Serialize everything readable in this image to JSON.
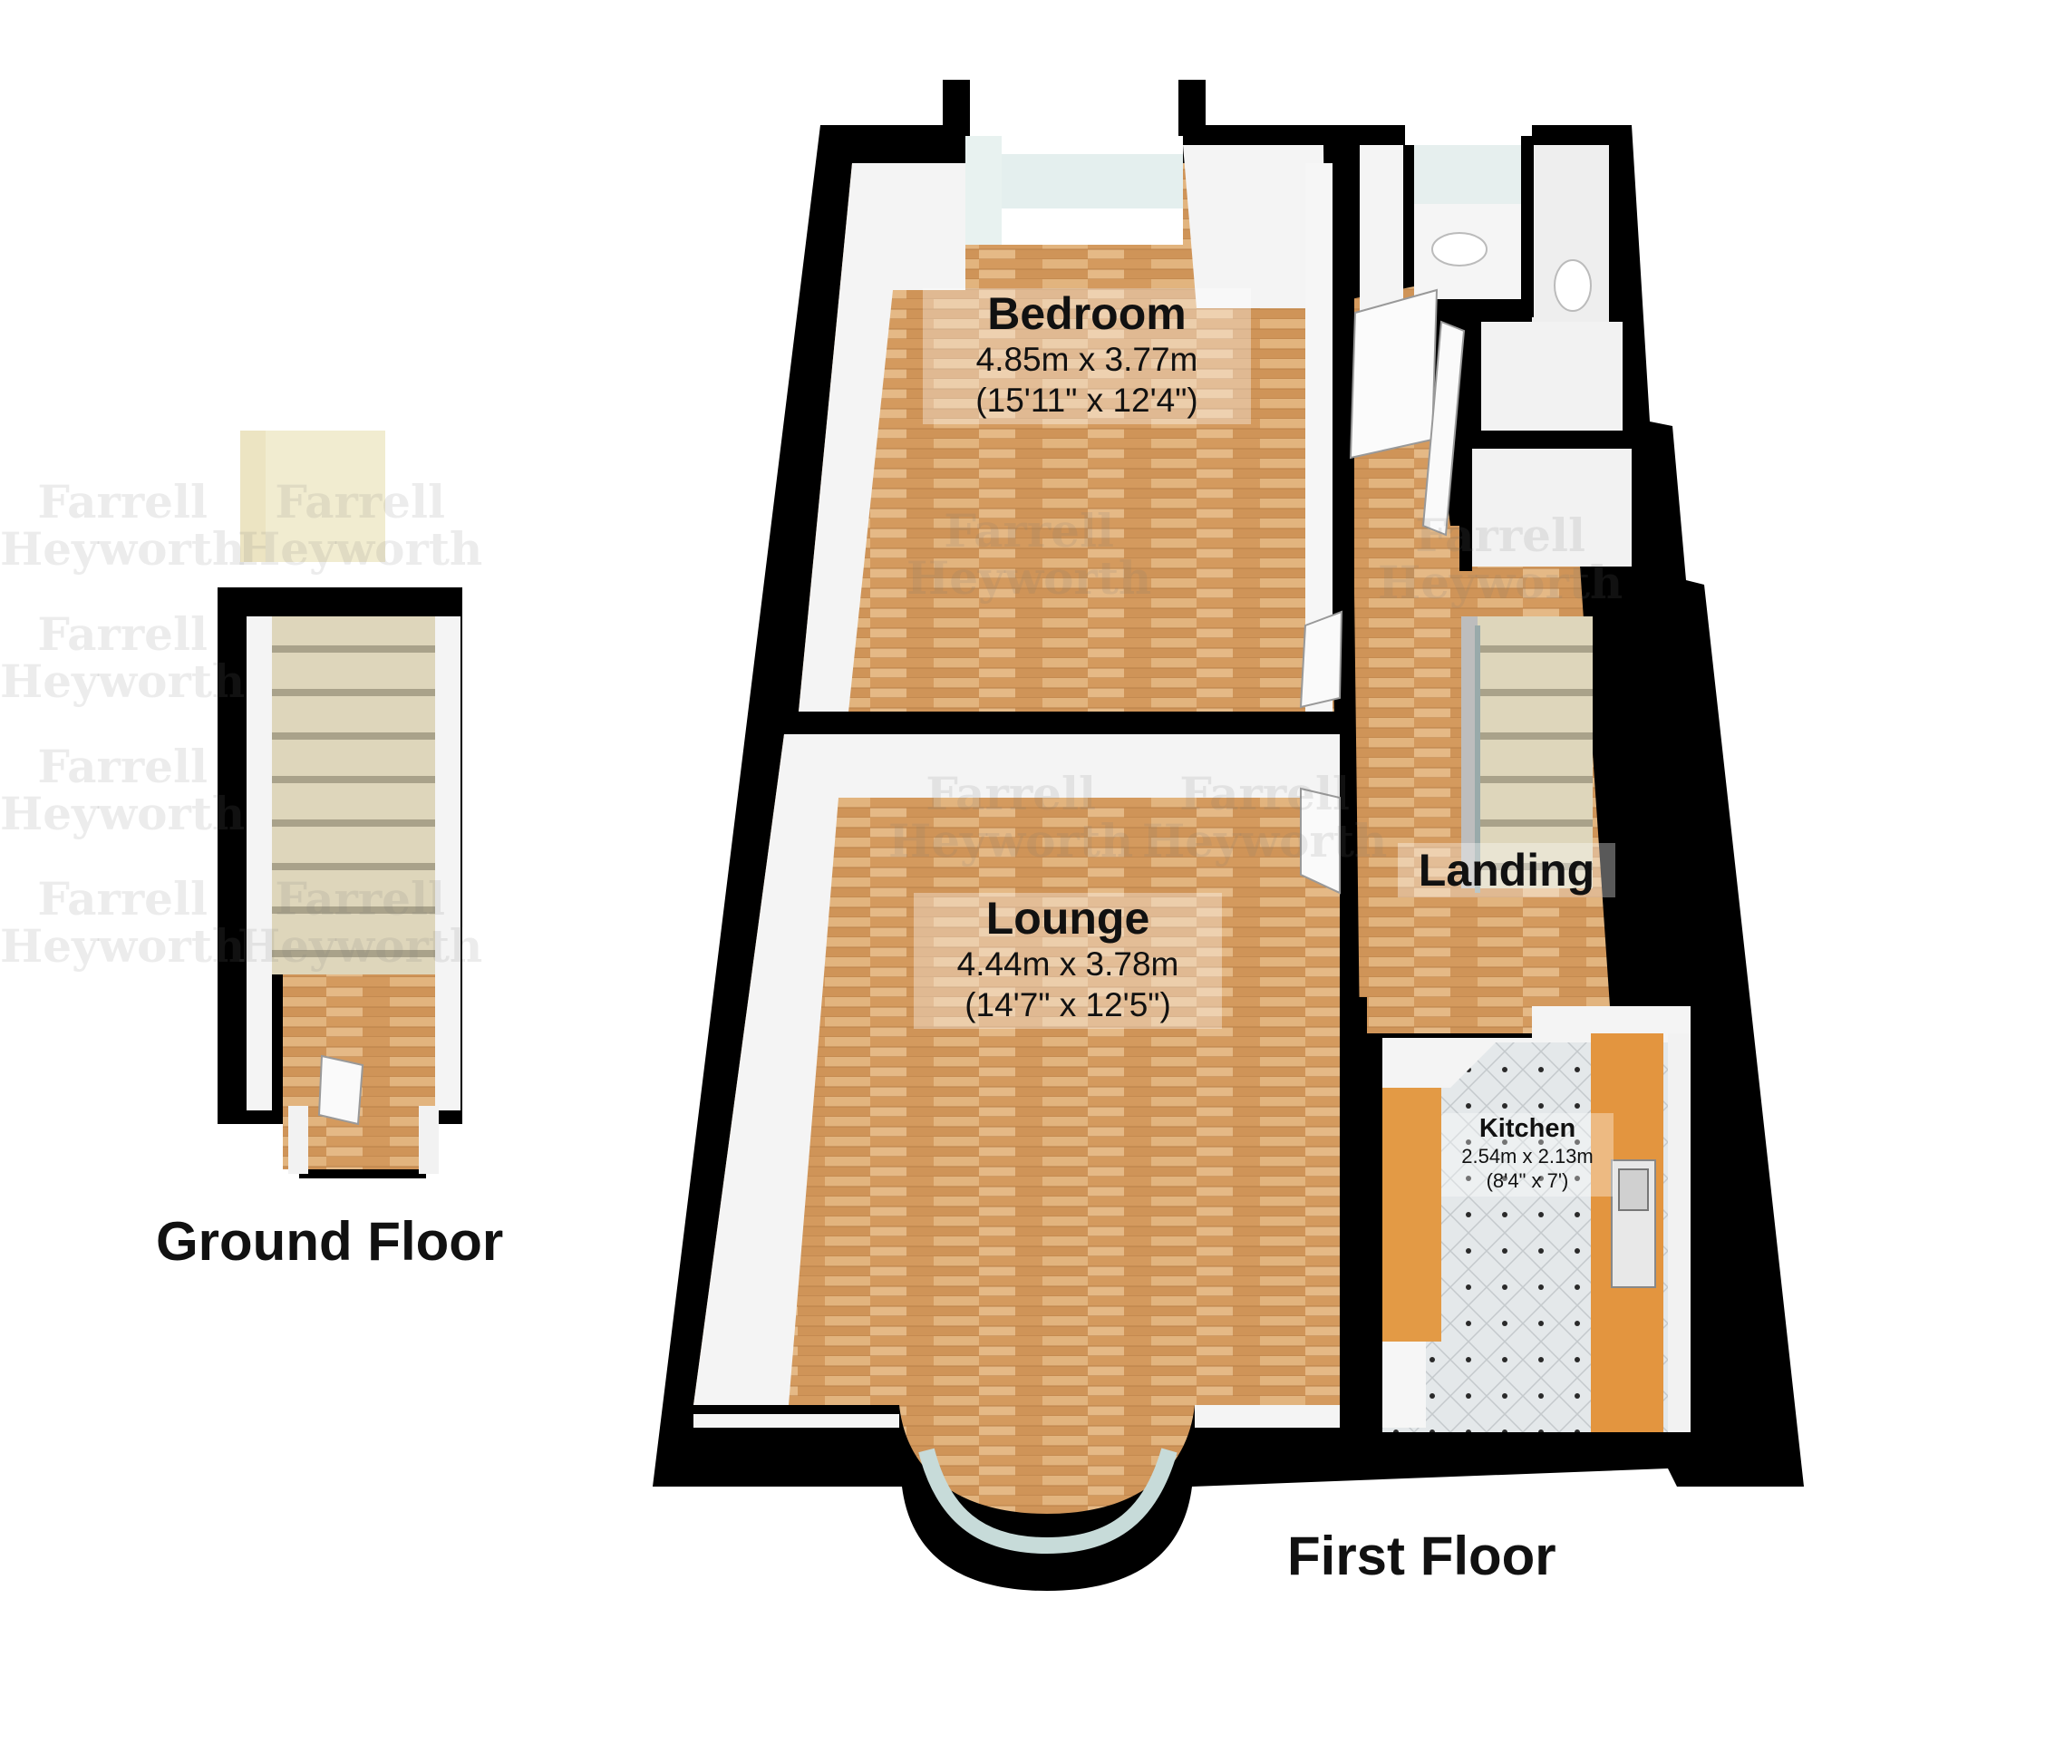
{
  "rooms": {
    "bedroom": {
      "name": "Bedroom",
      "metric": "4.85m x 3.77m",
      "imperial": "(15'11\" x 12'4\")"
    },
    "lounge": {
      "name": "Lounge",
      "metric": "4.44m x 3.78m",
      "imperial": "(14'7\" x 12'5\")"
    },
    "landing": {
      "name": "Landing"
    },
    "kitchen": {
      "name": "Kitchen",
      "metric": "2.54m x 2.13m",
      "imperial": "(8'4\" x 7')"
    }
  },
  "floors": {
    "ground": "Ground Floor",
    "first": "First Floor"
  },
  "watermark": {
    "line1": "Farrell",
    "line2": "Heyworth"
  },
  "colors": {
    "wall": "#000000",
    "floor_wood": "#d9a066",
    "tile": "#e6e9ea",
    "counter": "#e3953f",
    "interior_wall": "#f4f4f4",
    "carpet": "#d8d2bc"
  }
}
